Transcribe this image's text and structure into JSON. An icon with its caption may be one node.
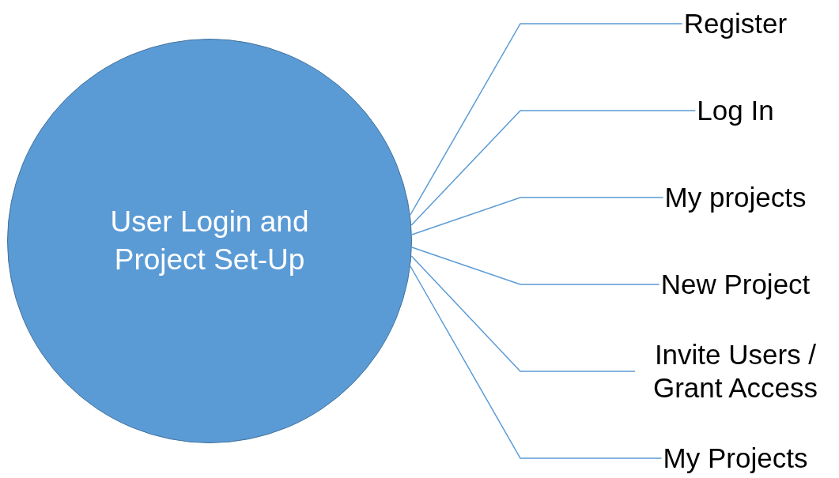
{
  "diagram": {
    "nodes": [
      {
        "text": [
          "User Login and Project Set-Up"
        ]
      },
      {
        "text": [
          "Register"
        ]
      },
      {
        "text": [
          "Log In"
        ]
      },
      {
        "text": [
          "My projects"
        ]
      },
      {
        "text": [
          "New Project"
        ]
      },
      {
        "text": [
          "Invite Users / Grant Access"
        ]
      },
      {
        "text": [
          "My Projects"
        ]
      }
    ],
    "edges": [
      {
        "from": 0,
        "to": 1,
        "arrow": "none"
      },
      {
        "from": 0,
        "to": 2,
        "arrow": "none"
      },
      {
        "from": 0,
        "to": 3,
        "arrow": "none"
      },
      {
        "from": 0,
        "to": 4,
        "arrow": "none"
      },
      {
        "from": 0,
        "to": 5,
        "arrow": "none"
      },
      {
        "from": 0,
        "to": 6,
        "arrow": "none"
      }
    ]
  }
}
